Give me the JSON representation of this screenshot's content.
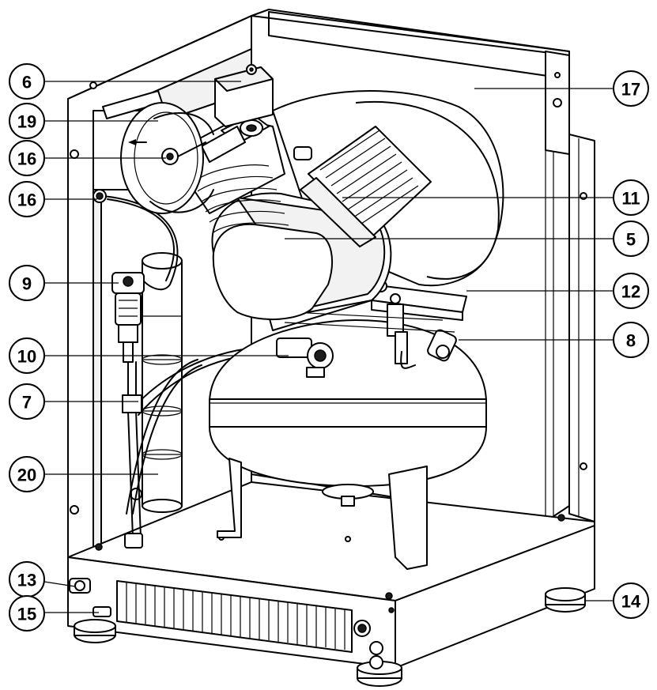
{
  "callouts": [
    {
      "id": "c6",
      "label": "6"
    },
    {
      "id": "c19",
      "label": "19"
    },
    {
      "id": "c16a",
      "label": "16"
    },
    {
      "id": "c16b",
      "label": "16"
    },
    {
      "id": "c9",
      "label": "9"
    },
    {
      "id": "c10",
      "label": "10"
    },
    {
      "id": "c7",
      "label": "7"
    },
    {
      "id": "c20",
      "label": "20"
    },
    {
      "id": "c13",
      "label": "13"
    },
    {
      "id": "c15",
      "label": "15"
    },
    {
      "id": "c17",
      "label": "17"
    },
    {
      "id": "c11",
      "label": "11"
    },
    {
      "id": "c5",
      "label": "5"
    },
    {
      "id": "c12",
      "label": "12"
    },
    {
      "id": "c8",
      "label": "8"
    },
    {
      "id": "c14",
      "label": "14"
    }
  ]
}
